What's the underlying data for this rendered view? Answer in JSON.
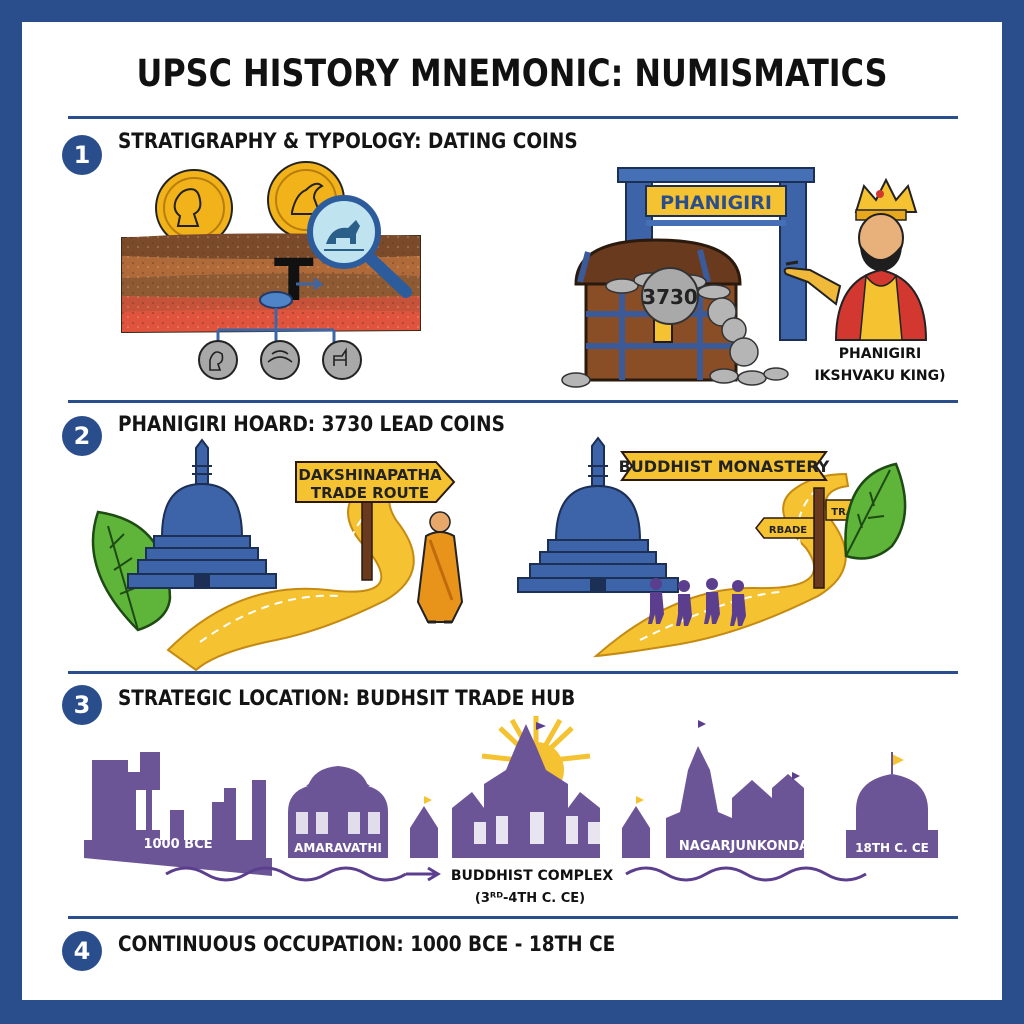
{
  "title": "UPSC HISTORY MNEMONIC: NUMISMATICS",
  "sections": [
    {
      "number": "1",
      "heading": "STRATIGRAPHY & TYPOLOGY: DATING COINS"
    },
    {
      "number": "2",
      "heading": "PHANIGIRI HOARD: 3730 LEAD COINS"
    },
    {
      "number": "3",
      "heading": "STRATEGIC LOCATION: BUDHSIT TRADE HUB"
    },
    {
      "number": "4",
      "heading": "CONTINUOUS OCCUPATION: 1000 BCE - 18TH CE"
    }
  ],
  "panel1": {
    "typology_letter": "T",
    "gate_sign": "PHANIGIRI",
    "hoard_count": "3730",
    "king_caption_line1": "PHANIGIRI",
    "king_caption_line2": "IKSHVAKU KING)"
  },
  "panel2": {
    "sign_left_line1": "DAKSHINAPATHA",
    "sign_left_line2": "TRADE ROUTE",
    "banner_right": "BUDDHIST MONASTERY",
    "small_sign_1": "RBADE",
    "small_sign_2": "TRADE"
  },
  "panel3": {
    "label_1000bce": "1000 BCE",
    "label_amaravathi": "AMARAVATHI",
    "label_complex_line1": "BUDDHIST COMPLEX",
    "label_complex_line2": "(3ᴿᴰ-4TH C. CE)",
    "label_nagarjunkonda": "NAGARJUNKONDA",
    "label_18th": "18TH C. CE"
  },
  "colors": {
    "navy": "#2a4d8c",
    "gold": "#f5c232",
    "purple": "#6b5597",
    "green": "#59a63a"
  }
}
